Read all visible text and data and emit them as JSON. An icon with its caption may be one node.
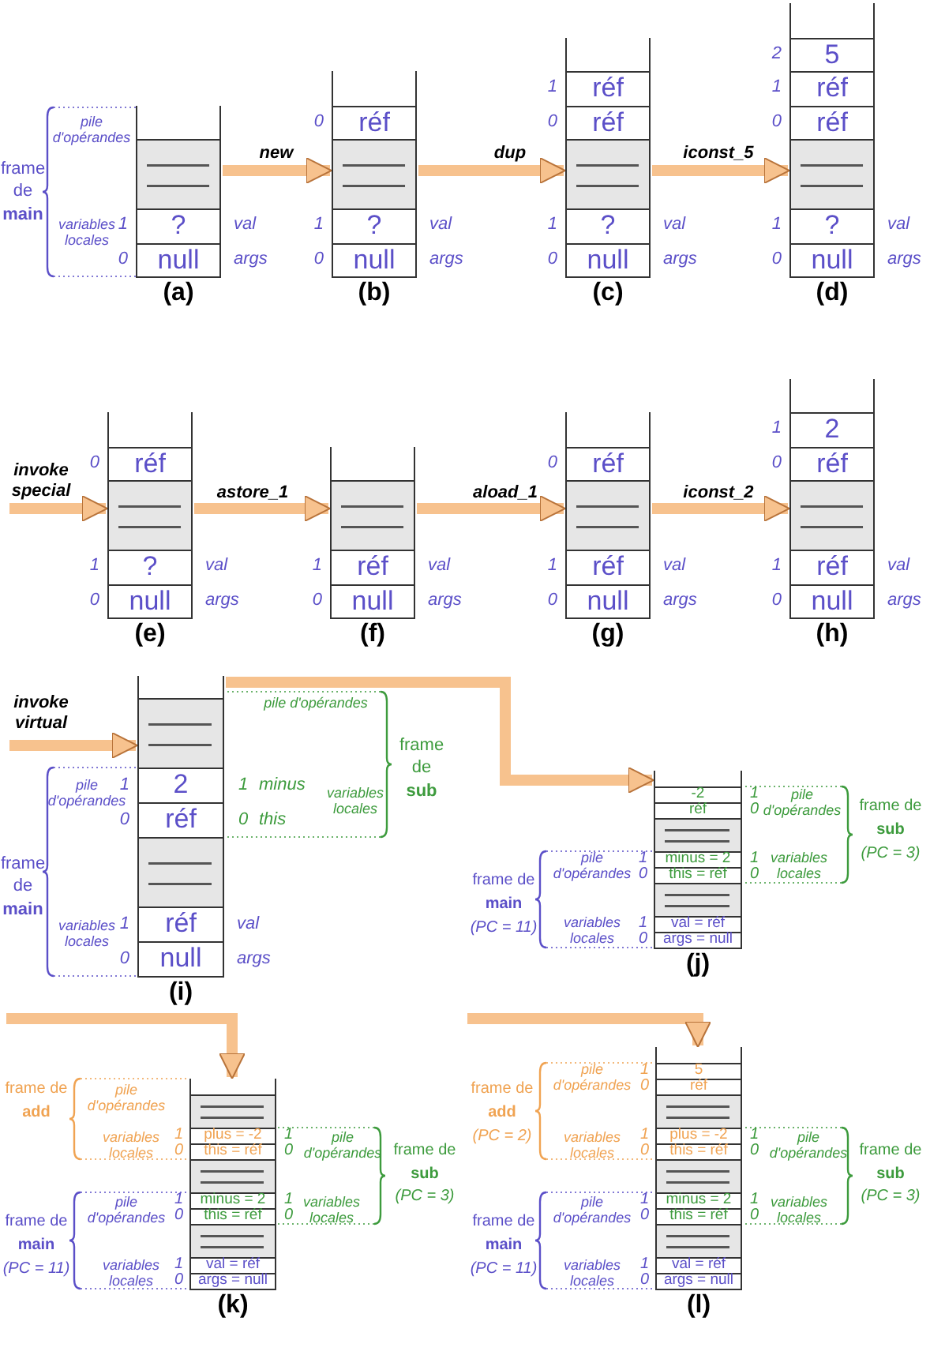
{
  "diagram": {
    "nodes": [
      {
        "text": [],
        "shape": "box",
        "beside": [
          "(a)"
        ]
      },
      {
        "text": [],
        "shape": "bar",
        "in": 0
      },
      {
        "text": [
          "?"
        ],
        "in": 0,
        "beside": [
          "1",
          "val"
        ]
      },
      {
        "text": [
          "null"
        ],
        "in": 0,
        "beside": [
          "0",
          "args"
        ]
      },
      {
        "text": [],
        "shape": "box",
        "beside": [
          "(b)"
        ]
      },
      {
        "text": [
          "réf"
        ],
        "in": 4,
        "beside": [
          "0"
        ]
      },
      {
        "text": [],
        "shape": "bar",
        "in": 4
      },
      {
        "text": [
          "?"
        ],
        "in": 4,
        "beside": [
          "1",
          "val"
        ]
      },
      {
        "text": [
          "null"
        ],
        "in": 4,
        "beside": [
          "0",
          "args"
        ]
      },
      {
        "text": [],
        "shape": "box",
        "beside": [
          "(c)"
        ]
      },
      {
        "text": [
          "réf"
        ],
        "in": 9,
        "beside": [
          "1"
        ]
      },
      {
        "text": [
          "réf"
        ],
        "in": 9,
        "beside": [
          "0"
        ]
      },
      {
        "text": [],
        "shape": "bar",
        "in": 9
      },
      {
        "text": [
          "?"
        ],
        "in": 9,
        "beside": [
          "1",
          "val"
        ]
      },
      {
        "text": [
          "null"
        ],
        "in": 9,
        "beside": [
          "0",
          "args"
        ]
      },
      {
        "text": [],
        "shape": "box",
        "beside": [
          "(d)"
        ]
      },
      {
        "text": [
          "5"
        ],
        "in": 15,
        "beside": [
          "2"
        ]
      },
      {
        "text": [
          "réf"
        ],
        "in": 15,
        "beside": [
          "1"
        ]
      },
      {
        "text": [
          "réf"
        ],
        "in": 15,
        "beside": [
          "0"
        ]
      },
      {
        "text": [],
        "shape": "bar",
        "in": 15
      },
      {
        "text": [
          "?"
        ],
        "in": 15,
        "beside": [
          "1",
          "val"
        ]
      },
      {
        "text": [
          "null"
        ],
        "in": 15,
        "beside": [
          "0",
          "args"
        ]
      },
      {
        "text": [],
        "shape": "box",
        "beside": [
          "(e)"
        ]
      },
      {
        "text": [
          "réf"
        ],
        "in": 22,
        "beside": [
          "0"
        ]
      },
      {
        "text": [],
        "shape": "bar",
        "in": 22
      },
      {
        "text": [
          "?"
        ],
        "in": 22,
        "beside": [
          "1",
          "val"
        ]
      },
      {
        "text": [
          "null"
        ],
        "in": 22,
        "beside": [
          "0",
          "args"
        ]
      },
      {
        "text": [],
        "shape": "box",
        "beside": [
          "(f)"
        ]
      },
      {
        "text": [],
        "shape": "bar",
        "in": 27
      },
      {
        "text": [
          "réf"
        ],
        "in": 27,
        "beside": [
          "1",
          "val"
        ]
      },
      {
        "text": [
          "null"
        ],
        "in": 27,
        "beside": [
          "0",
          "args"
        ]
      },
      {
        "text": [],
        "shape": "box",
        "beside": [
          "(g)"
        ]
      },
      {
        "text": [
          "réf"
        ],
        "in": 31,
        "beside": [
          "0"
        ]
      },
      {
        "text": [],
        "shape": "bar",
        "in": 31
      },
      {
        "text": [
          "réf"
        ],
        "in": 31,
        "beside": [
          "1",
          "val"
        ]
      },
      {
        "text": [
          "null"
        ],
        "in": 31,
        "beside": [
          "0",
          "args"
        ]
      },
      {
        "text": [],
        "shape": "box",
        "beside": [
          "(h)"
        ]
      },
      {
        "text": [
          "2"
        ],
        "in": 36,
        "beside": [
          "1"
        ]
      },
      {
        "text": [
          "réf"
        ],
        "in": 36,
        "beside": [
          "0"
        ]
      },
      {
        "text": [],
        "shape": "bar",
        "in": 36
      },
      {
        "text": [
          "réf"
        ],
        "in": 36,
        "beside": [
          "1",
          "val"
        ]
      },
      {
        "text": [
          "null"
        ],
        "in": 36,
        "beside": [
          "0",
          "args"
        ]
      },
      {
        "text": [],
        "shape": "box",
        "beside": [
          "(i)"
        ]
      },
      {
        "text": [],
        "shape": "bar",
        "in": 42
      },
      {
        "text": [
          "2"
        ],
        "in": 42,
        "beside": [
          "1",
          "1",
          "minus"
        ]
      },
      {
        "text": [
          "réf"
        ],
        "in": 42,
        "beside": [
          "0",
          "0",
          "this"
        ]
      },
      {
        "text": [],
        "shape": "bar",
        "in": 42
      },
      {
        "text": [
          "réf"
        ],
        "in": 42,
        "beside": [
          "1",
          "val"
        ]
      },
      {
        "text": [
          "null"
        ],
        "in": 42,
        "beside": [
          "0",
          "args"
        ]
      },
      {
        "text": [],
        "shape": "box",
        "beside": [
          "(j)"
        ]
      },
      {
        "text": [
          "-2"
        ],
        "in": 49,
        "beside": [
          "1"
        ]
      },
      {
        "text": [
          "réf"
        ],
        "in": 49,
        "beside": [
          "0"
        ]
      },
      {
        "text": [],
        "shape": "bar",
        "in": 49
      },
      {
        "text": [
          "minus = 2"
        ],
        "in": 49,
        "beside": [
          "1",
          "1"
        ]
      },
      {
        "text": [
          "this = réf"
        ],
        "in": 49,
        "beside": [
          "0",
          "0"
        ]
      },
      {
        "text": [],
        "shape": "bar",
        "in": 49
      },
      {
        "text": [
          "val = réf"
        ],
        "in": 49,
        "beside": [
          "1"
        ]
      },
      {
        "text": [
          "args = null"
        ],
        "in": 49,
        "beside": [
          "0"
        ]
      },
      {
        "text": [],
        "shape": "box",
        "beside": [
          "(k)"
        ]
      },
      {
        "text": [],
        "shape": "bar",
        "in": 58
      },
      {
        "text": [
          "plus = -2"
        ],
        "in": 58,
        "beside": [
          "1",
          "1"
        ]
      },
      {
        "text": [
          "this = réf"
        ],
        "in": 58,
        "beside": [
          "0",
          "0"
        ]
      },
      {
        "text": [],
        "shape": "bar",
        "in": 58
      },
      {
        "text": [
          "minus = 2"
        ],
        "in": 58,
        "beside": [
          "1",
          "1"
        ]
      },
      {
        "text": [
          "this = réf"
        ],
        "in": 58,
        "beside": [
          "0",
          "0"
        ]
      },
      {
        "text": [],
        "shape": "bar",
        "in": 58
      },
      {
        "text": [
          "val = réf"
        ],
        "in": 58,
        "beside": [
          "1"
        ]
      },
      {
        "text": [
          "args = null"
        ],
        "in": 58,
        "beside": [
          "0"
        ]
      },
      {
        "text": [],
        "shape": "box",
        "beside": [
          "(l)"
        ]
      },
      {
        "text": [
          "5"
        ],
        "in": 68,
        "beside": [
          "1"
        ]
      },
      {
        "text": [
          "réf"
        ],
        "in": 68,
        "beside": [
          "0"
        ]
      },
      {
        "text": [],
        "shape": "bar",
        "in": 68
      },
      {
        "text": [
          "plus = -2"
        ],
        "in": 68,
        "beside": [
          "1",
          "1"
        ]
      },
      {
        "text": [
          "this = réf"
        ],
        "in": 68,
        "beside": [
          "0",
          "0"
        ]
      },
      {
        "text": [],
        "shape": "bar",
        "in": 68
      },
      {
        "text": [
          "minus = 2"
        ],
        "in": 68,
        "beside": [
          "1",
          "1"
        ]
      },
      {
        "text": [
          "this = réf"
        ],
        "in": 68,
        "beside": [
          "0",
          "0"
        ]
      },
      {
        "text": [],
        "shape": "bar",
        "in": 68
      },
      {
        "text": [
          "val = réf"
        ],
        "in": 68,
        "beside": [
          "1"
        ]
      },
      {
        "text": [
          "args = null"
        ],
        "in": 68,
        "beside": [
          "0"
        ]
      }
    ],
    "edges": [
      {
        "from": 0,
        "to": 4,
        "arrow": "to",
        "label": "new"
      },
      {
        "from": 4,
        "to": 9,
        "arrow": "to",
        "label": "dup"
      },
      {
        "from": 9,
        "to": 15,
        "arrow": "to",
        "label": "iconst_5"
      },
      {
        "from": null,
        "to": 22,
        "arrow": "to",
        "label": "invoke special"
      },
      {
        "from": 22,
        "to": 27,
        "arrow": "to",
        "label": "astore_1"
      },
      {
        "from": 27,
        "to": 31,
        "arrow": "to",
        "label": "aload_1"
      },
      {
        "from": 31,
        "to": 36,
        "arrow": "to",
        "label": "iconst_2"
      },
      {
        "from": null,
        "to": 42,
        "arrow": "to",
        "label": "invoke virtual"
      },
      {
        "from": 42,
        "to": 49,
        "arrow": "to"
      },
      {
        "from": null,
        "to": 58,
        "arrow": "to"
      },
      {
        "from": null,
        "to": 68,
        "arrow": "to"
      }
    ],
    "labels": [
      "pile d'opérandes",
      "frame de **main**",
      "variables locales",
      "pile d'opérandes",
      "frame de **sub**",
      "pile d'opérandes",
      "variables locales",
      "frame de **main**",
      "variables locales",
      "pile d'opérandes",
      "frame de **sub**",
      "(PC = 3)",
      "pile d'opérandes",
      "variables locales",
      "frame de **main**",
      "(PC = 11)",
      "variables locales",
      "frame de **add**",
      "pile d'opérandes",
      "variables locales",
      "pile d'opérandes",
      "frame de **sub**",
      "(PC = 3)",
      "pile d'opérandes",
      "variables locales",
      "frame de **main**",
      "(PC = 11)",
      "variables locales",
      "pile d'opérandes",
      "frame de **add**",
      "(PC = 2)",
      "variables locales",
      "pile d'opérandes",
      "frame de **sub**",
      "(PC = 3)",
      "pile d'opérandes",
      "variables locales",
      "frame de **main**",
      "(PC = 11)",
      "variables locales"
    ]
  }
}
